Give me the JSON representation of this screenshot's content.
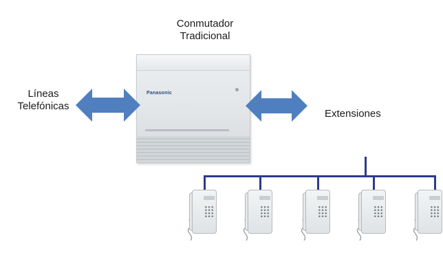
{
  "pbx": {
    "title_line1": "Conmutador",
    "title_line2": "Tradicional",
    "brand": "Panasonic"
  },
  "lines": {
    "label_line1": "Líneas",
    "label_line2": "Telefónicas"
  },
  "extensions": {
    "label": "Extensiones",
    "phone_count": 5
  },
  "colors": {
    "arrow": "#4f7fbf",
    "bus": "#2b3a8c"
  }
}
